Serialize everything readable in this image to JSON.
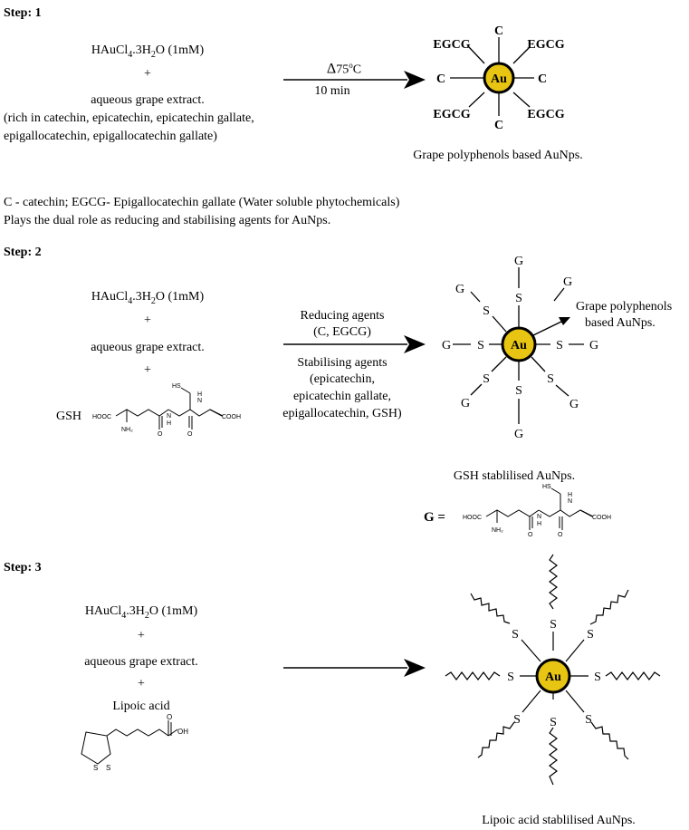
{
  "step1": {
    "heading": "Step: 1",
    "reagent_prefix": "HAuCl",
    "reagent_sub1": "4",
    "reagent_mid": ".3H",
    "reagent_sub2": "2",
    "reagent_suffix": "O (1mM)",
    "plus": "+",
    "extract": "aqueous grape extract.",
    "extract_note1": "(rich in catechin, epicatechin, epicatechin gallate,",
    "extract_note2": "epigallocatechin, epigallocatechin gallate)",
    "arrow_top_symbol": "Δ",
    "arrow_top_value": "75",
    "arrow_top_sup": "o",
    "arrow_top_unit": "C",
    "arrow_bottom": "10 min",
    "np_center": "Au",
    "np_labels": {
      "c": "C",
      "egcg": "EGCG"
    },
    "caption": "Grape polyphenols based AuNps."
  },
  "legend": {
    "line1": "C - catechin; EGCG- Epigallocatechin gallate (Water soluble phytochemicals)",
    "line2": "Plays the dual role as reducing and stabilising agents for AuNps."
  },
  "step2": {
    "heading": "Step: 2",
    "reagent_prefix": "HAuCl",
    "reagent_sub1": "4",
    "reagent_mid": ".3H",
    "reagent_sub2": "2",
    "reagent_suffix": "O (1mM)",
    "plus1": "+",
    "extract": "aqueous grape extract.",
    "plus2": "+",
    "gsh_label": "GSH",
    "arrow_top1": "Reducing agents",
    "arrow_top2": "(C, EGCG)",
    "arrow_bottom1": "Stabilising agents",
    "arrow_bottom2": "(epicatechin,",
    "arrow_bottom3": "epicatechin gallate,",
    "arrow_bottom4": "epigallocatechin, GSH)",
    "np_center": "Au",
    "np_labels": {
      "s": "S",
      "g": "G"
    },
    "callout1": "Grape polyphenols",
    "callout2": "based AuNps.",
    "caption": "GSH stablilised AuNps.",
    "g_equals": "G =",
    "molecule_labels": {
      "hs": "HS",
      "hooc": "HOOC",
      "nh2": "NH₂",
      "h": "H",
      "n": "N",
      "o": "O",
      "cooh": "COOH"
    }
  },
  "step3": {
    "heading": "Step: 3",
    "reagent_prefix": "HAuCl",
    "reagent_sub1": "4",
    "reagent_mid": ".3H",
    "reagent_sub2": "2",
    "reagent_suffix": "O (1mM)",
    "plus1": "+",
    "extract": "aqueous grape extract.",
    "plus2": "+",
    "lipoic": "Lipoic acid",
    "np_center": "Au",
    "np_labels": {
      "s": "S"
    },
    "molecule_labels": {
      "s": "S",
      "o": "O",
      "oh": "OH"
    },
    "caption": "Lipoic acid stablilised AuNps."
  },
  "colors": {
    "gold": "#E8C512",
    "ink": "#000000"
  }
}
